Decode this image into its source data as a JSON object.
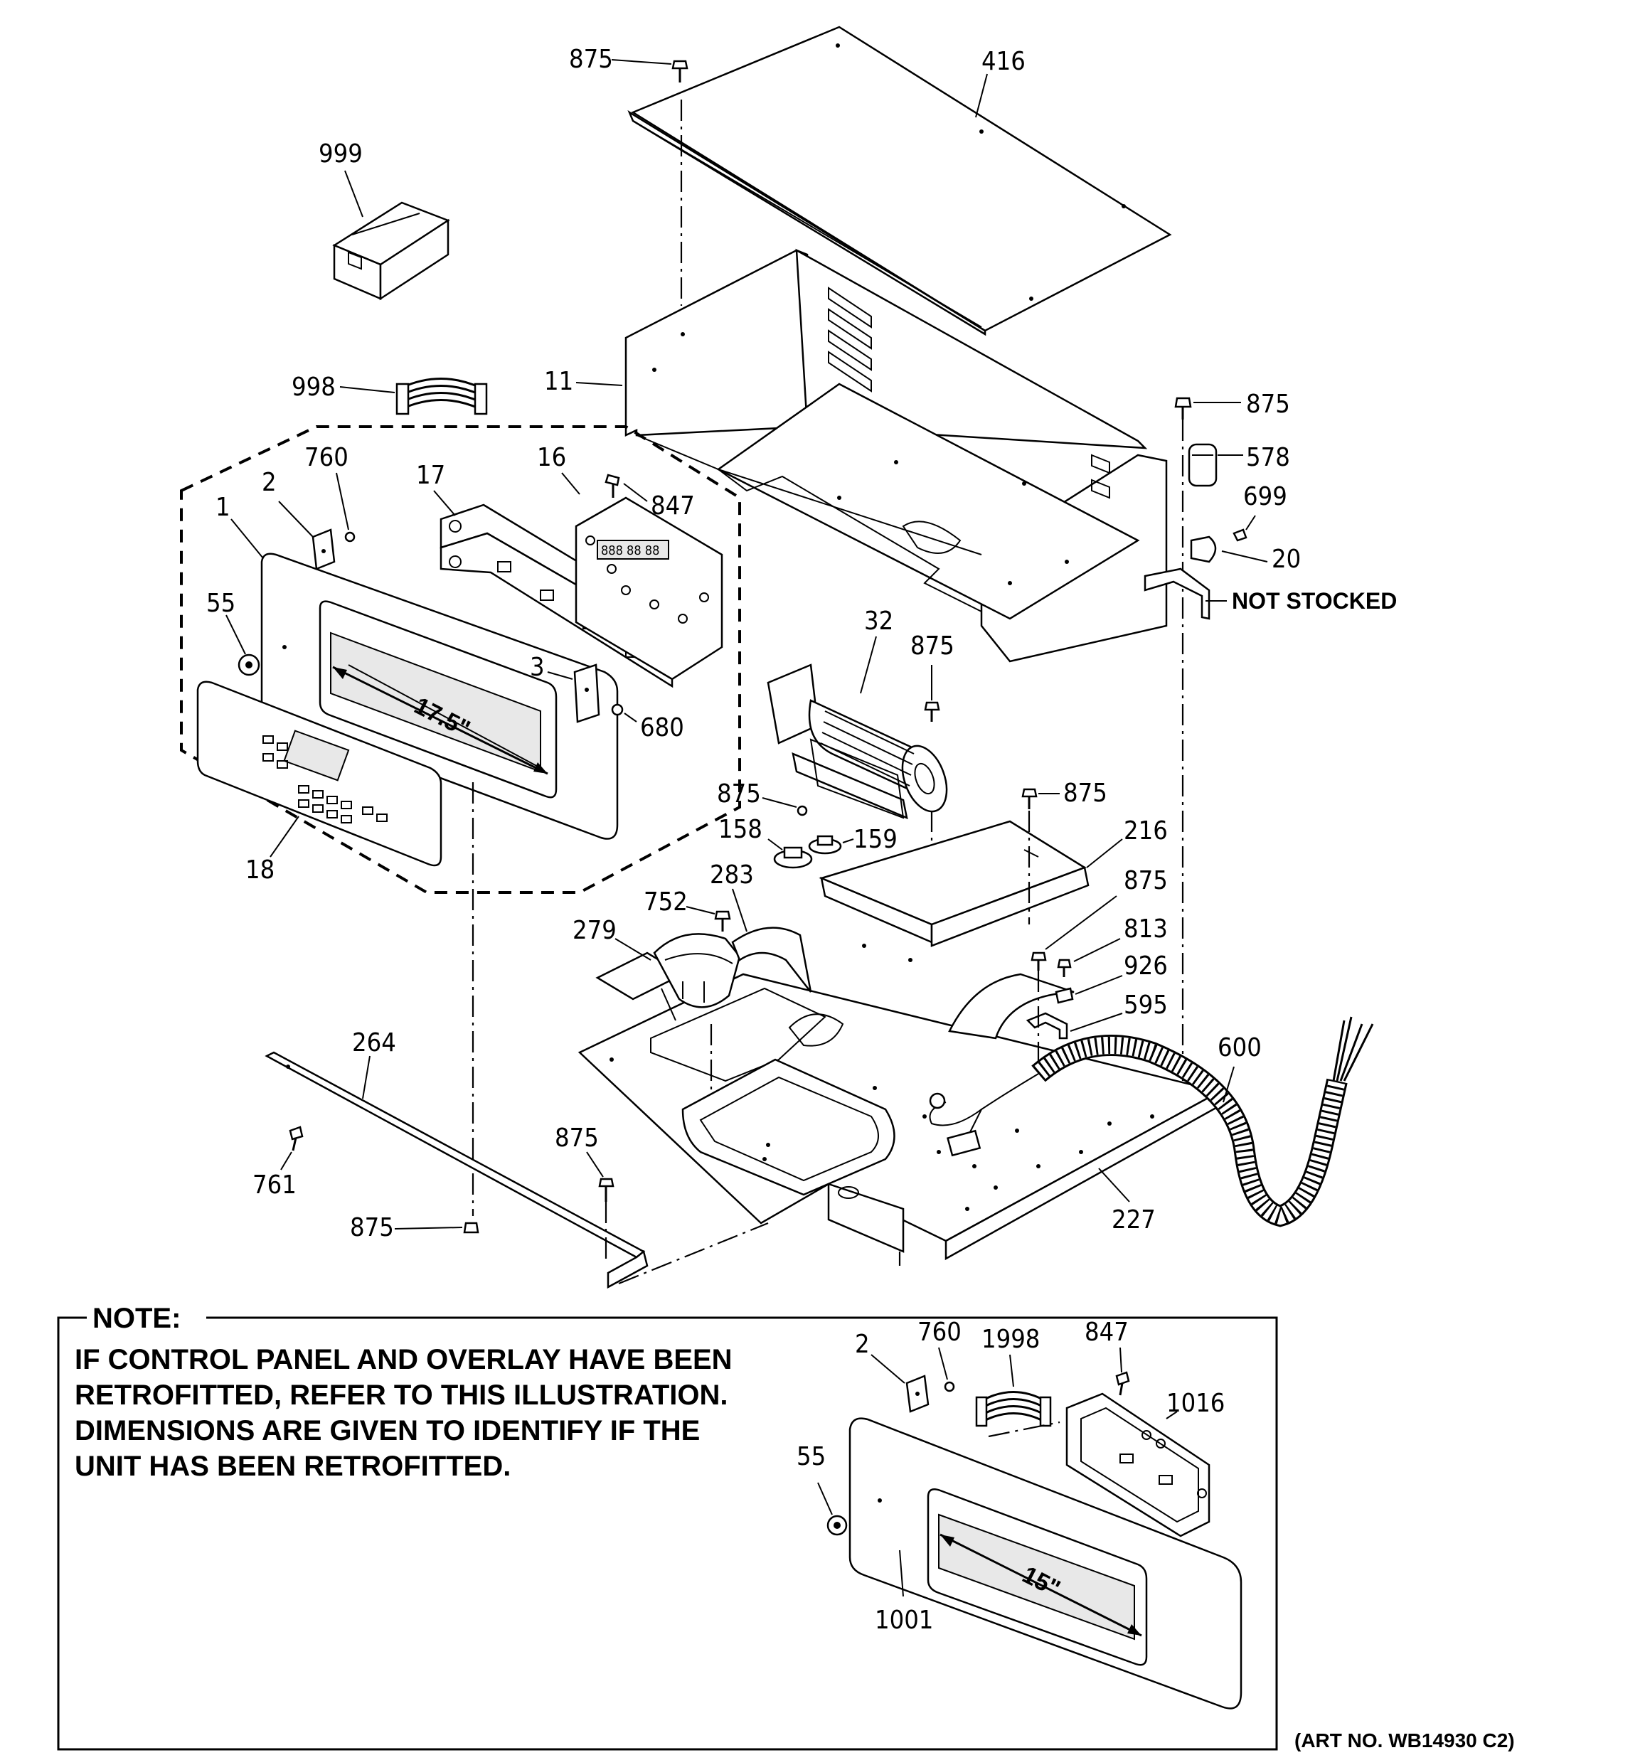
{
  "callouts": {
    "c875_top": "875",
    "c416": "416",
    "c999": "999",
    "c998": "998",
    "c11": "11",
    "c760": "760",
    "c2": "2",
    "c1": "1",
    "c17": "17",
    "c16": "16",
    "c847": "847",
    "c55": "55",
    "c3": "3",
    "c680": "680",
    "c18": "18",
    "c875_r1": "875",
    "c578": "578",
    "c699": "699",
    "c20": "20",
    "c32": "32",
    "c875_fan": "875",
    "c875_th": "875",
    "c158": "158",
    "c159": "159",
    "c875_216": "875",
    "c216": "216",
    "c283": "283",
    "c752": "752",
    "c279": "279",
    "c875_595": "875",
    "c813": "813",
    "c926": "926",
    "c595": "595",
    "c600": "600",
    "c264": "264",
    "c875_br": "875",
    "c761": "761",
    "c875_bot": "875",
    "c227": "227",
    "n2": "2",
    "n760": "760",
    "n1998": "1998",
    "n847": "847",
    "n1016": "1016",
    "n55": "55",
    "n1001": "1001"
  },
  "labels": {
    "not_stocked": "NOT STOCKED",
    "dim_large": "17.5\"",
    "dim_small": "15\"",
    "art_no": "(ART NO. WB14930 C2)"
  },
  "display": {
    "readout": "888 88 88"
  },
  "note": {
    "title": "NOTE:",
    "line1": "IF CONTROL PANEL AND OVERLAY HAVE BEEN",
    "line2": "RETROFITTED, REFER TO THIS ILLUSTRATION.",
    "line3": "DIMENSIONS ARE GIVEN TO IDENTIFY IF THE",
    "line4": "UNIT HAS BEEN RETROFITTED."
  }
}
